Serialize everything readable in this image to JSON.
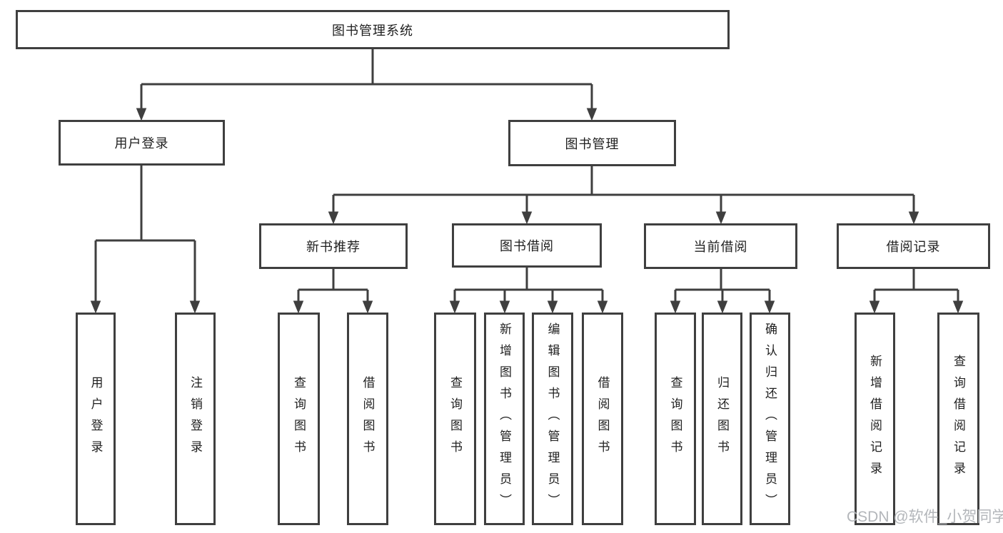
{
  "colors": {
    "line": "#3f3f3f",
    "text": "#1f1f1f",
    "boxbg": "#ffffff",
    "watermark": "#b3b6ba"
  },
  "watermark": {
    "text": "CSDN @软件_小贺同学"
  },
  "tree": {
    "label": "图书管理系统",
    "children": [
      {
        "label": "用户登录",
        "children": [
          {
            "label": "用户登录"
          },
          {
            "label": "注销登录"
          }
        ]
      },
      {
        "label": "图书管理",
        "children": [
          {
            "label": "新书推荐",
            "children": [
              {
                "label": "查询图书"
              },
              {
                "label": "借阅图书"
              }
            ]
          },
          {
            "label": "图书借阅",
            "children": [
              {
                "label": "查询图书"
              },
              {
                "label": "新增图书（管理员）"
              },
              {
                "label": "编辑图书（管理员）"
              },
              {
                "label": "借阅图书"
              }
            ]
          },
          {
            "label": "当前借阅",
            "children": [
              {
                "label": "查询图书"
              },
              {
                "label": "归还图书"
              },
              {
                "label": "确认归还（管理员）"
              }
            ]
          },
          {
            "label": "借阅记录",
            "children": [
              {
                "label": "新增借阅记录"
              },
              {
                "label": "查询借阅记录"
              }
            ]
          }
        ]
      }
    ]
  }
}
